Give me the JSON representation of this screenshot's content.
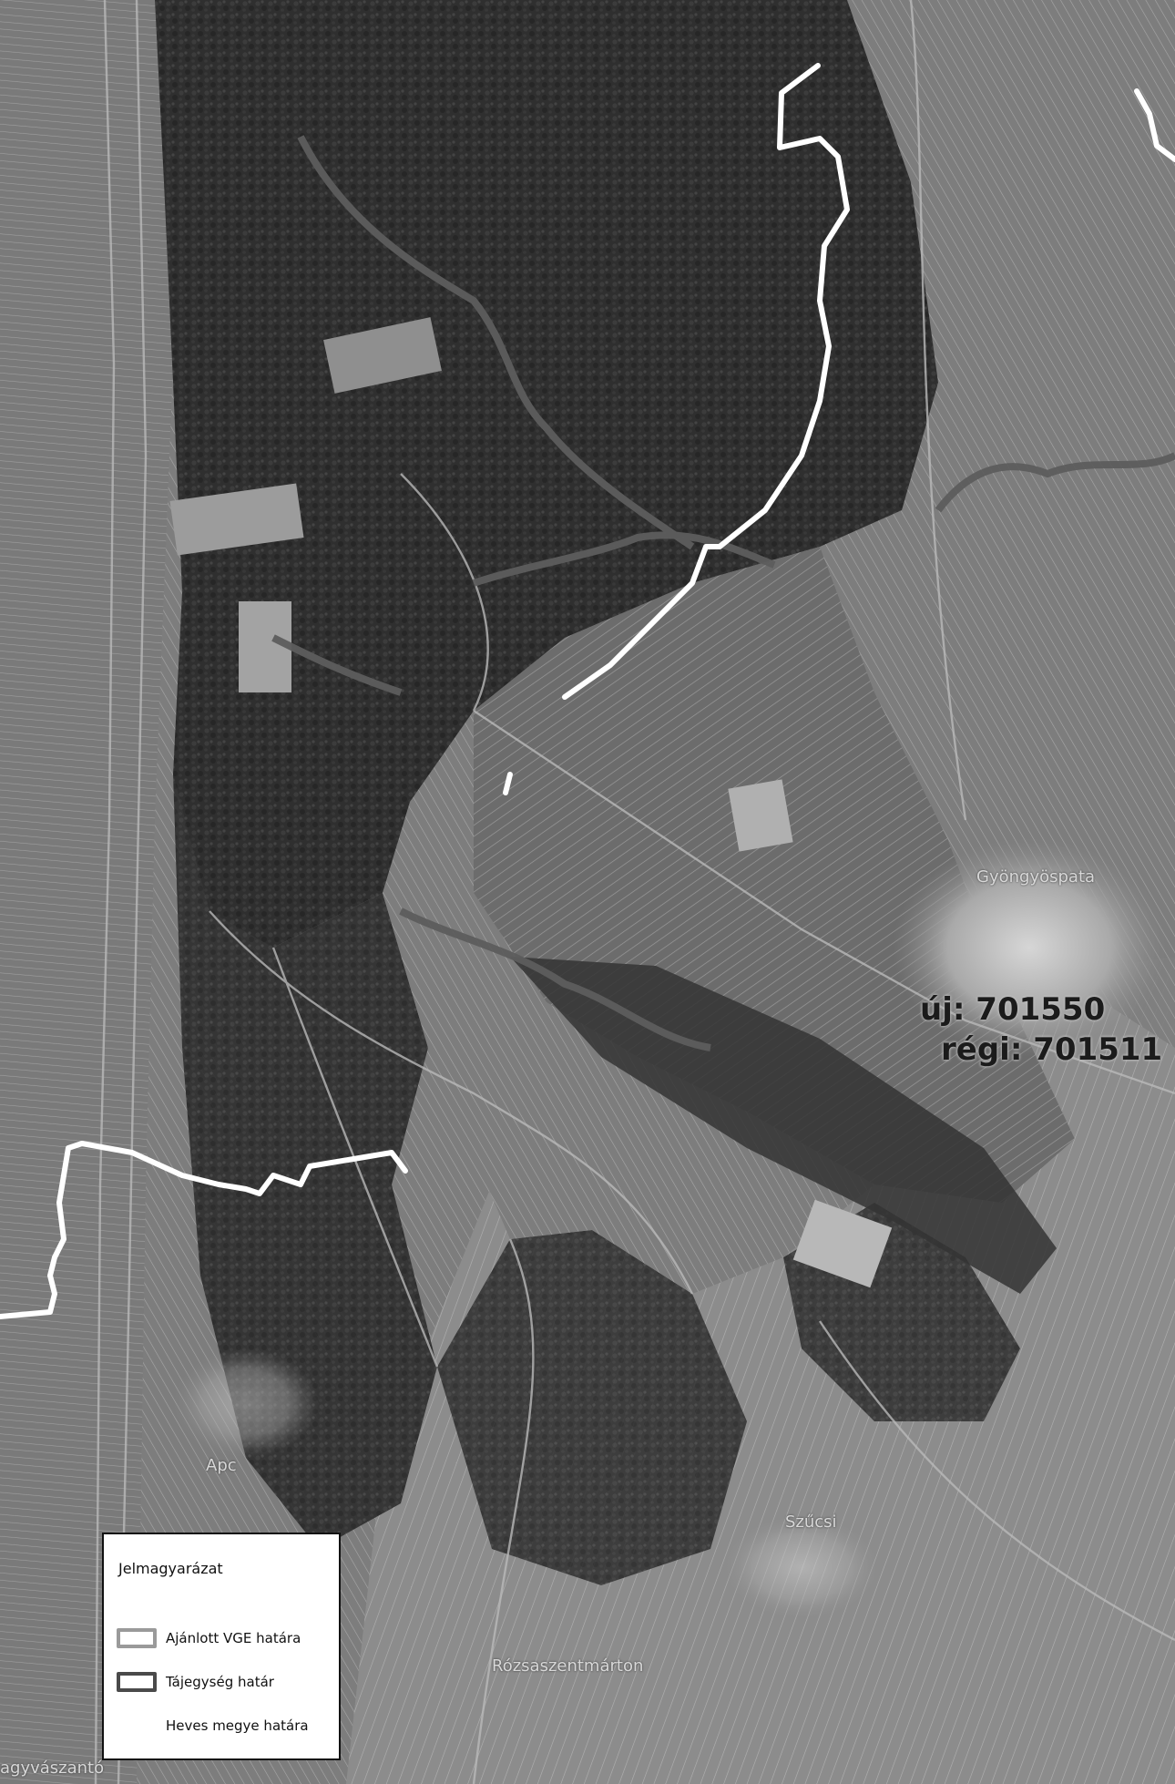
{
  "map": {
    "places": {
      "gyongyospata": "Gyöngyöspata",
      "apc": "Apc",
      "szucsi": "Szűcsi",
      "rozsaszentmarton": "Rózsaszentmárton",
      "nagyvaszony": "agyvászantó"
    },
    "code_labels": {
      "new_code": "új: 701550",
      "old_code": "régi: 701511"
    }
  },
  "legend": {
    "title": "Jelmagyarázat",
    "items": [
      {
        "label": "Ajánlott VGE határa",
        "symbol": "vge-boundary"
      },
      {
        "label": "Tájegység határ",
        "symbol": "landscape-boundary"
      },
      {
        "label": "Heves megye határa",
        "symbol": "county-boundary"
      }
    ]
  },
  "colors": {
    "forest": "#2e2e2e",
    "farmland": "#8a8a8a",
    "vge_boundary": "#ffffff",
    "landscape_boundary": "#5a5a5a",
    "legend_border": "#111111"
  }
}
